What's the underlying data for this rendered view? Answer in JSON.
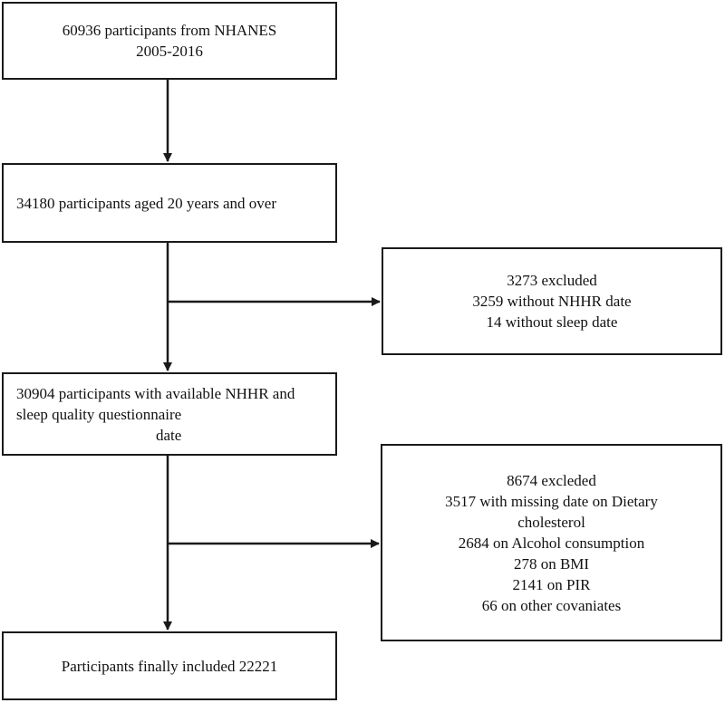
{
  "start": {
    "lines": [
      "60936 participants from NHANES",
      "2005-2016"
    ]
  },
  "aged": {
    "lines": [
      "34180 participants aged 20 years and over"
    ]
  },
  "exclusion1": {
    "lines": [
      "3273 excluded",
      "3259 without NHHR date",
      "14 without sleep date"
    ]
  },
  "available": {
    "lines": [
      "30904 participants with available NHHR and",
      "sleep quality questionnaire",
      "date"
    ]
  },
  "exclusion2": {
    "lines": [
      "8674 excleded",
      "3517 with missing date on Dietary",
      "cholesterol",
      "2684 on Alcohol consumption",
      "278 on BMI",
      "2141 on PIR",
      "66 on other covaniates"
    ]
  },
  "final": {
    "lines": [
      "Participants finally included 22221"
    ]
  },
  "colors": {
    "stroke": "#1a1a1a",
    "background": "#ffffff",
    "text": "#111111"
  }
}
